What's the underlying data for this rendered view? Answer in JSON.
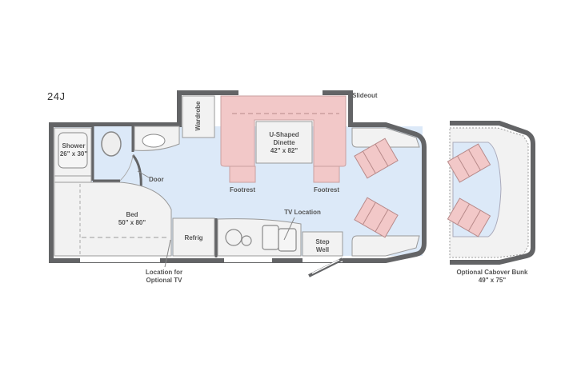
{
  "model": "24J",
  "colors": {
    "wall": "#636466",
    "floor": "#dce9f8",
    "furniture": "#f2f2f2",
    "seat": "#f2c8c8",
    "seat_line": "#b88a8a",
    "label": "#555555"
  },
  "labels": {
    "slideout": "Slideout",
    "wardrobe": "Wardrobe",
    "shower": "Shower",
    "shower_size": "26\" x 30\"",
    "door": "Door",
    "dinette": "U-Shaped",
    "dinette2": "Dinette",
    "dinette_size": "42\" x 82\"",
    "footrest_left": "Footrest",
    "footrest_right": "Footrest",
    "bed": "Bed",
    "bed_size": "50\" x 80\"",
    "refrig": "Refrig",
    "tv_location": "TV Location",
    "step": "Step",
    "well": "Well",
    "optional_tv_1": "Location for",
    "optional_tv_2": "Optional TV",
    "cabover_1": "Optional Cabover Bunk",
    "cabover_2": "49\" x 75\""
  }
}
